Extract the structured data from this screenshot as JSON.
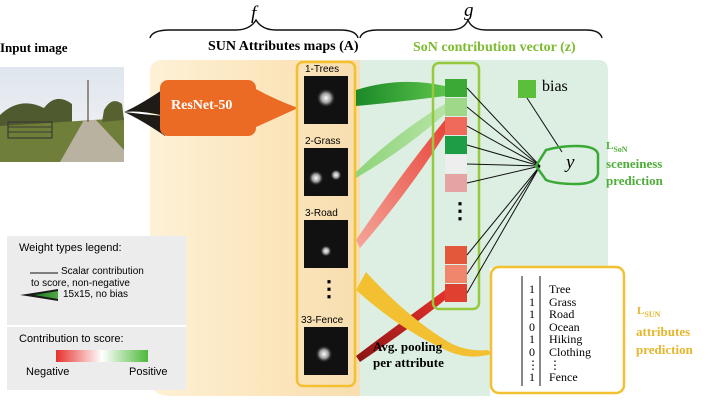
{
  "header": {
    "f_symbol": "f",
    "g_symbol": "g",
    "input_image_label": "Input image",
    "sun_maps_label": "SUN Attributes maps (A)",
    "son_vector_label": "SoN contribution vector (z)"
  },
  "resnet": {
    "label": "ResNet-50"
  },
  "attribute_maps": [
    {
      "label": "1-Trees"
    },
    {
      "label": "2-Grass"
    },
    {
      "label": "3-Road"
    },
    {
      "label": "33-Fence"
    }
  ],
  "maps_ellipsis": "⋮",
  "vector": {
    "cells_top": [
      "#3aa935",
      "#a0d88a",
      "#ee6b5b",
      "#1f9d45",
      "#eeeeee",
      "#e6a3a3"
    ],
    "ellipsis": "⋮",
    "cells_bottom": [
      "#e3573a",
      "#f0866c",
      "#e04030"
    ]
  },
  "bias": {
    "label": "bias",
    "color": "#5cbf3c"
  },
  "output": {
    "symbol": "y",
    "loss_main": "L",
    "loss_sub": "SoN",
    "desc_1": "sceneiness",
    "desc_2": "prediction"
  },
  "pooling": {
    "line_1": "Avg. pooling",
    "line_2": "per attribute"
  },
  "attributes_box": {
    "values": [
      "1",
      "1",
      "1",
      "0",
      "1",
      "0",
      "⋮",
      "1"
    ],
    "names": [
      "Tree",
      "Grass",
      "Road",
      "Ocean",
      "Hiking",
      "Clothing",
      "⋮",
      "Fence"
    ],
    "loss_main": "L",
    "loss_sub": "SUN",
    "desc_1": "attributes",
    "desc_2": "prediction"
  },
  "legend": {
    "title": "Weight types legend:",
    "scalar_line_1": "Scalar contribution",
    "scalar_line_2": "to score, non-negative",
    "conv_label": "15x15, no bias",
    "contribution_title": "Contribution to score:",
    "negative": "Negative",
    "positive": "Positive"
  },
  "colors": {
    "orange_region": "#fdecc8",
    "green_region": "#dcefe2",
    "border_yellow": "#f2c030",
    "vector_border": "#96c93d",
    "resnet_fill": "#ec6b24",
    "positive": "#4cb93a",
    "negative": "#e8312d"
  }
}
